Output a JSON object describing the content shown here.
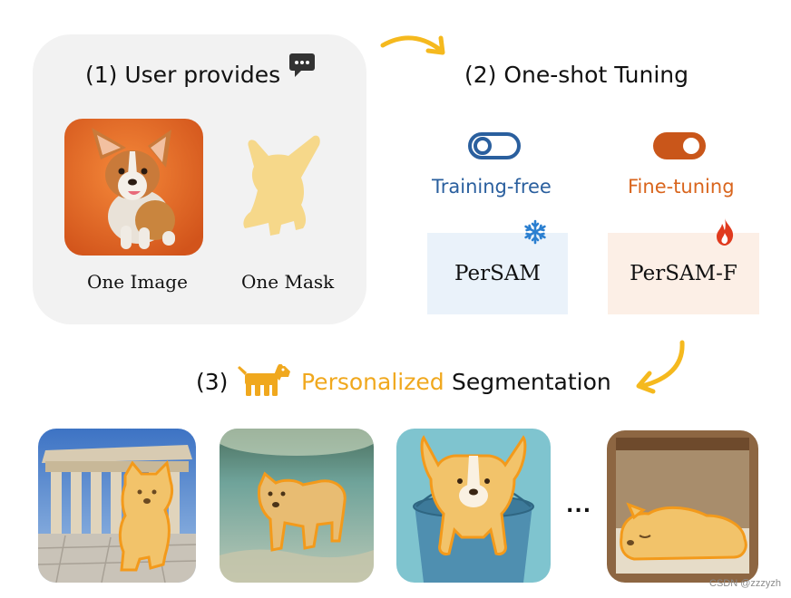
{
  "step1": {
    "title": "(1) User provides",
    "image_label": "One Image",
    "mask_label": "One Mask"
  },
  "step2": {
    "title": "(2) One-shot Tuning",
    "modes": [
      {
        "label": "Training-free",
        "method": "PerSAM",
        "color": "#2a5f9e",
        "box_color": "#eaf2fa"
      },
      {
        "label": "Fine-tuning",
        "method": "PerSAM-F",
        "color": "#d9651d",
        "box_color": "#fcefe6"
      }
    ]
  },
  "step3": {
    "prefix": "(3)",
    "highlight": "Personalized",
    "rest": "Segmentation",
    "highlight_color": "#f0a81e"
  },
  "results": {
    "ellipsis": "..."
  },
  "colors": {
    "arrow": "#f5b91e",
    "mask": "#f6d88a",
    "panel": "#f2f2f2",
    "segment_outline": "#f39a1b"
  },
  "icons": [
    "chat-icon",
    "snowflake-icon",
    "flame-icon",
    "dog-icon",
    "toggle-off-icon",
    "toggle-on-icon"
  ],
  "watermark": "CSDN @zzzyzh"
}
